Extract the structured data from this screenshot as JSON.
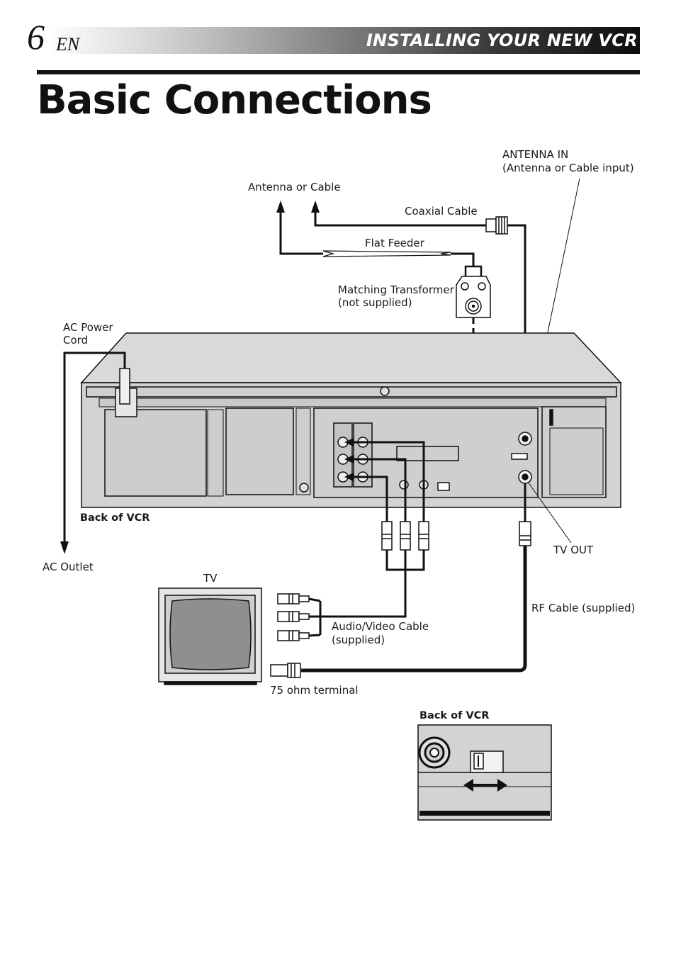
{
  "header": {
    "page_number": "6",
    "language": "EN",
    "section": "INSTALLING YOUR NEW VCR"
  },
  "title": "Basic Connections",
  "labels": {
    "antenna_in": "ANTENNA IN",
    "antenna_in_sub": "(Antenna or Cable input)",
    "antenna_or_cable": "Antenna or Cable",
    "coaxial_cable": "Coaxial Cable",
    "flat_feeder": "Flat Feeder",
    "matching_transformer": "Matching Transformer",
    "not_supplied": "(not supplied)",
    "ac_power": "AC Power",
    "cord": "Cord",
    "back_of_vcr": "Back of VCR",
    "ac_outlet": "AC Outlet",
    "tv": "TV",
    "tv_out": "TV OUT",
    "rf_cable": "RF Cable (supplied)",
    "av_cable": "Audio/Video Cable",
    "supplied": "(supplied)",
    "ohm_terminal": "75 ohm terminal",
    "back_of_vcr_inset": "Back of VCR"
  }
}
